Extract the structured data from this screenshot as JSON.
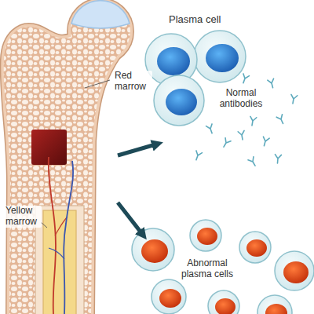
{
  "diagram": {
    "nodes": [
      {
        "text": [
          "Red marrow",
          "Yellow marrow"
        ]
      },
      {
        "text": [
          "Plasma cell",
          "Normal antibodies"
        ]
      },
      {
        "text": [
          "Abnormal plasma cells"
        ]
      }
    ],
    "edges": [
      {
        "from": 0,
        "to": 1,
        "arrow": "to"
      },
      {
        "from": 0,
        "to": 2,
        "arrow": "to"
      }
    ]
  }
}
